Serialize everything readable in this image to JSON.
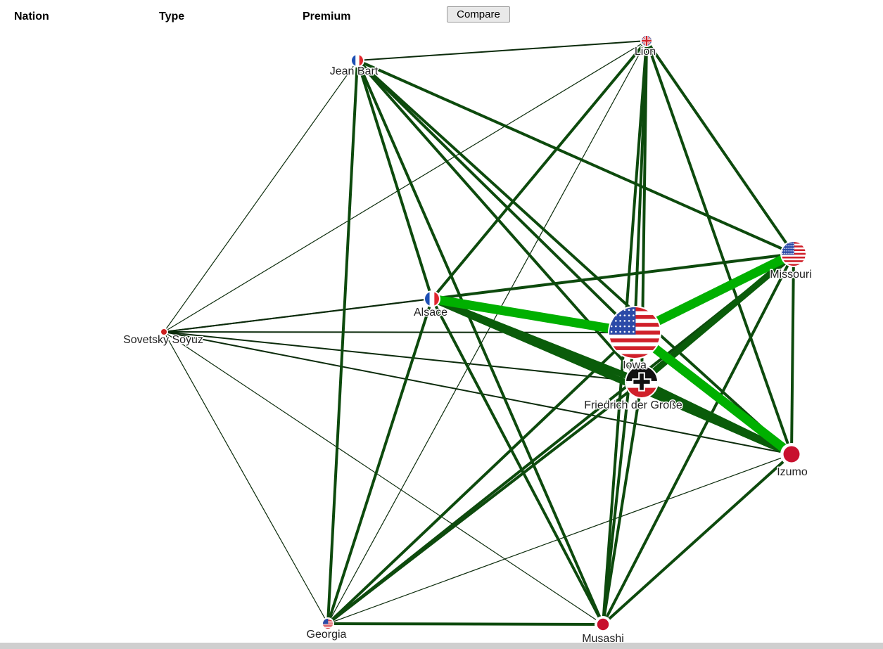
{
  "filters": {
    "nation_label": "Nation",
    "type_label": "Type",
    "premium_label": "Premium"
  },
  "compare_label": "Compare",
  "colors": {
    "strong_edge": "#00b000",
    "medium_edge": "#0a5c0a",
    "weak_edge": "#0d4a0d",
    "thin_edge": "#0b2b0b"
  },
  "nodes": [
    {
      "id": "jean-bart",
      "label": "Jean Bart",
      "flag": "france-flag"
    },
    {
      "id": "lion",
      "label": "Lion",
      "flag": "uk-flag"
    },
    {
      "id": "missouri",
      "label": "Missouri",
      "flag": "usa-flag"
    },
    {
      "id": "alsace",
      "label": "Alsace",
      "flag": "france-flag"
    },
    {
      "id": "sovetsky-soyuz",
      "label": "Sovetsky Soyuz",
      "flag": "ussr-flag"
    },
    {
      "id": "iowa",
      "label": "Iowa",
      "flag": "usa-flag"
    },
    {
      "id": "friedrich",
      "label": "Friedrich der Große",
      "flag": "germany-flag"
    },
    {
      "id": "izumo",
      "label": "Izumo",
      "flag": "japan-flag"
    },
    {
      "id": "georgia",
      "label": "Georgia",
      "flag": "usa-flag"
    },
    {
      "id": "musashi",
      "label": "Musashi",
      "flag": "japan-flag"
    }
  ],
  "edges": [
    {
      "source": "alsace",
      "target": "iowa",
      "weight": 4
    },
    {
      "source": "alsace",
      "target": "friedrich",
      "weight": 3
    },
    {
      "source": "alsace",
      "target": "izumo",
      "weight": 3
    },
    {
      "source": "iowa",
      "target": "missouri",
      "weight": 4
    },
    {
      "source": "iowa",
      "target": "izumo",
      "weight": 4
    },
    {
      "source": "friedrich",
      "target": "missouri",
      "weight": 3
    },
    {
      "source": "friedrich",
      "target": "izumo",
      "weight": 3
    },
    {
      "source": "iowa",
      "target": "lion",
      "weight": 2
    },
    {
      "source": "friedrich",
      "target": "lion",
      "weight": 2
    },
    {
      "source": "lion",
      "target": "musashi",
      "weight": 2
    },
    {
      "source": "lion",
      "target": "alsace",
      "weight": 2
    },
    {
      "source": "missouri",
      "target": "alsace",
      "weight": 2
    },
    {
      "source": "missouri",
      "target": "musashi",
      "weight": 2
    },
    {
      "source": "missouri",
      "target": "izumo",
      "weight": 2
    },
    {
      "source": "lion",
      "target": "missouri",
      "weight": 2
    },
    {
      "source": "lion",
      "target": "izumo",
      "weight": 2
    },
    {
      "source": "jean-bart",
      "target": "iowa",
      "weight": 2
    },
    {
      "source": "jean-bart",
      "target": "friedrich",
      "weight": 2
    },
    {
      "source": "jean-bart",
      "target": "izumo",
      "weight": 2
    },
    {
      "source": "jean-bart",
      "target": "musashi",
      "weight": 2
    },
    {
      "source": "jean-bart",
      "target": "alsace",
      "weight": 2
    },
    {
      "source": "jean-bart",
      "target": "missouri",
      "weight": 2
    },
    {
      "source": "jean-bart",
      "target": "georgia",
      "weight": 2
    },
    {
      "source": "iowa",
      "target": "musashi",
      "weight": 2
    },
    {
      "source": "friedrich",
      "target": "musashi",
      "weight": 2
    },
    {
      "source": "alsace",
      "target": "musashi",
      "weight": 2
    },
    {
      "source": "izumo",
      "target": "musashi",
      "weight": 2
    },
    {
      "source": "georgia",
      "target": "iowa",
      "weight": 2
    },
    {
      "source": "georgia",
      "target": "friedrich",
      "weight": 2
    },
    {
      "source": "georgia",
      "target": "missouri",
      "weight": 2
    },
    {
      "source": "georgia",
      "target": "alsace",
      "weight": 2
    },
    {
      "source": "georgia",
      "target": "musashi",
      "weight": 2
    },
    {
      "source": "sovetsky-soyuz",
      "target": "iowa",
      "weight": 1
    },
    {
      "source": "sovetsky-soyuz",
      "target": "friedrich",
      "weight": 1
    },
    {
      "source": "sovetsky-soyuz",
      "target": "izumo",
      "weight": 1
    },
    {
      "source": "sovetsky-soyuz",
      "target": "alsace",
      "weight": 1
    },
    {
      "source": "sovetsky-soyuz",
      "target": "missouri",
      "weight": 1
    },
    {
      "source": "sovetsky-soyuz",
      "target": "lion",
      "weight": 0
    },
    {
      "source": "sovetsky-soyuz",
      "target": "jean-bart",
      "weight": 0
    },
    {
      "source": "sovetsky-soyuz",
      "target": "georgia",
      "weight": 0
    },
    {
      "source": "sovetsky-soyuz",
      "target": "musashi",
      "weight": 0
    },
    {
      "source": "lion",
      "target": "jean-bart",
      "weight": 1
    },
    {
      "source": "lion",
      "target": "georgia",
      "weight": 0
    },
    {
      "source": "georgia",
      "target": "izumo",
      "weight": 0
    }
  ]
}
